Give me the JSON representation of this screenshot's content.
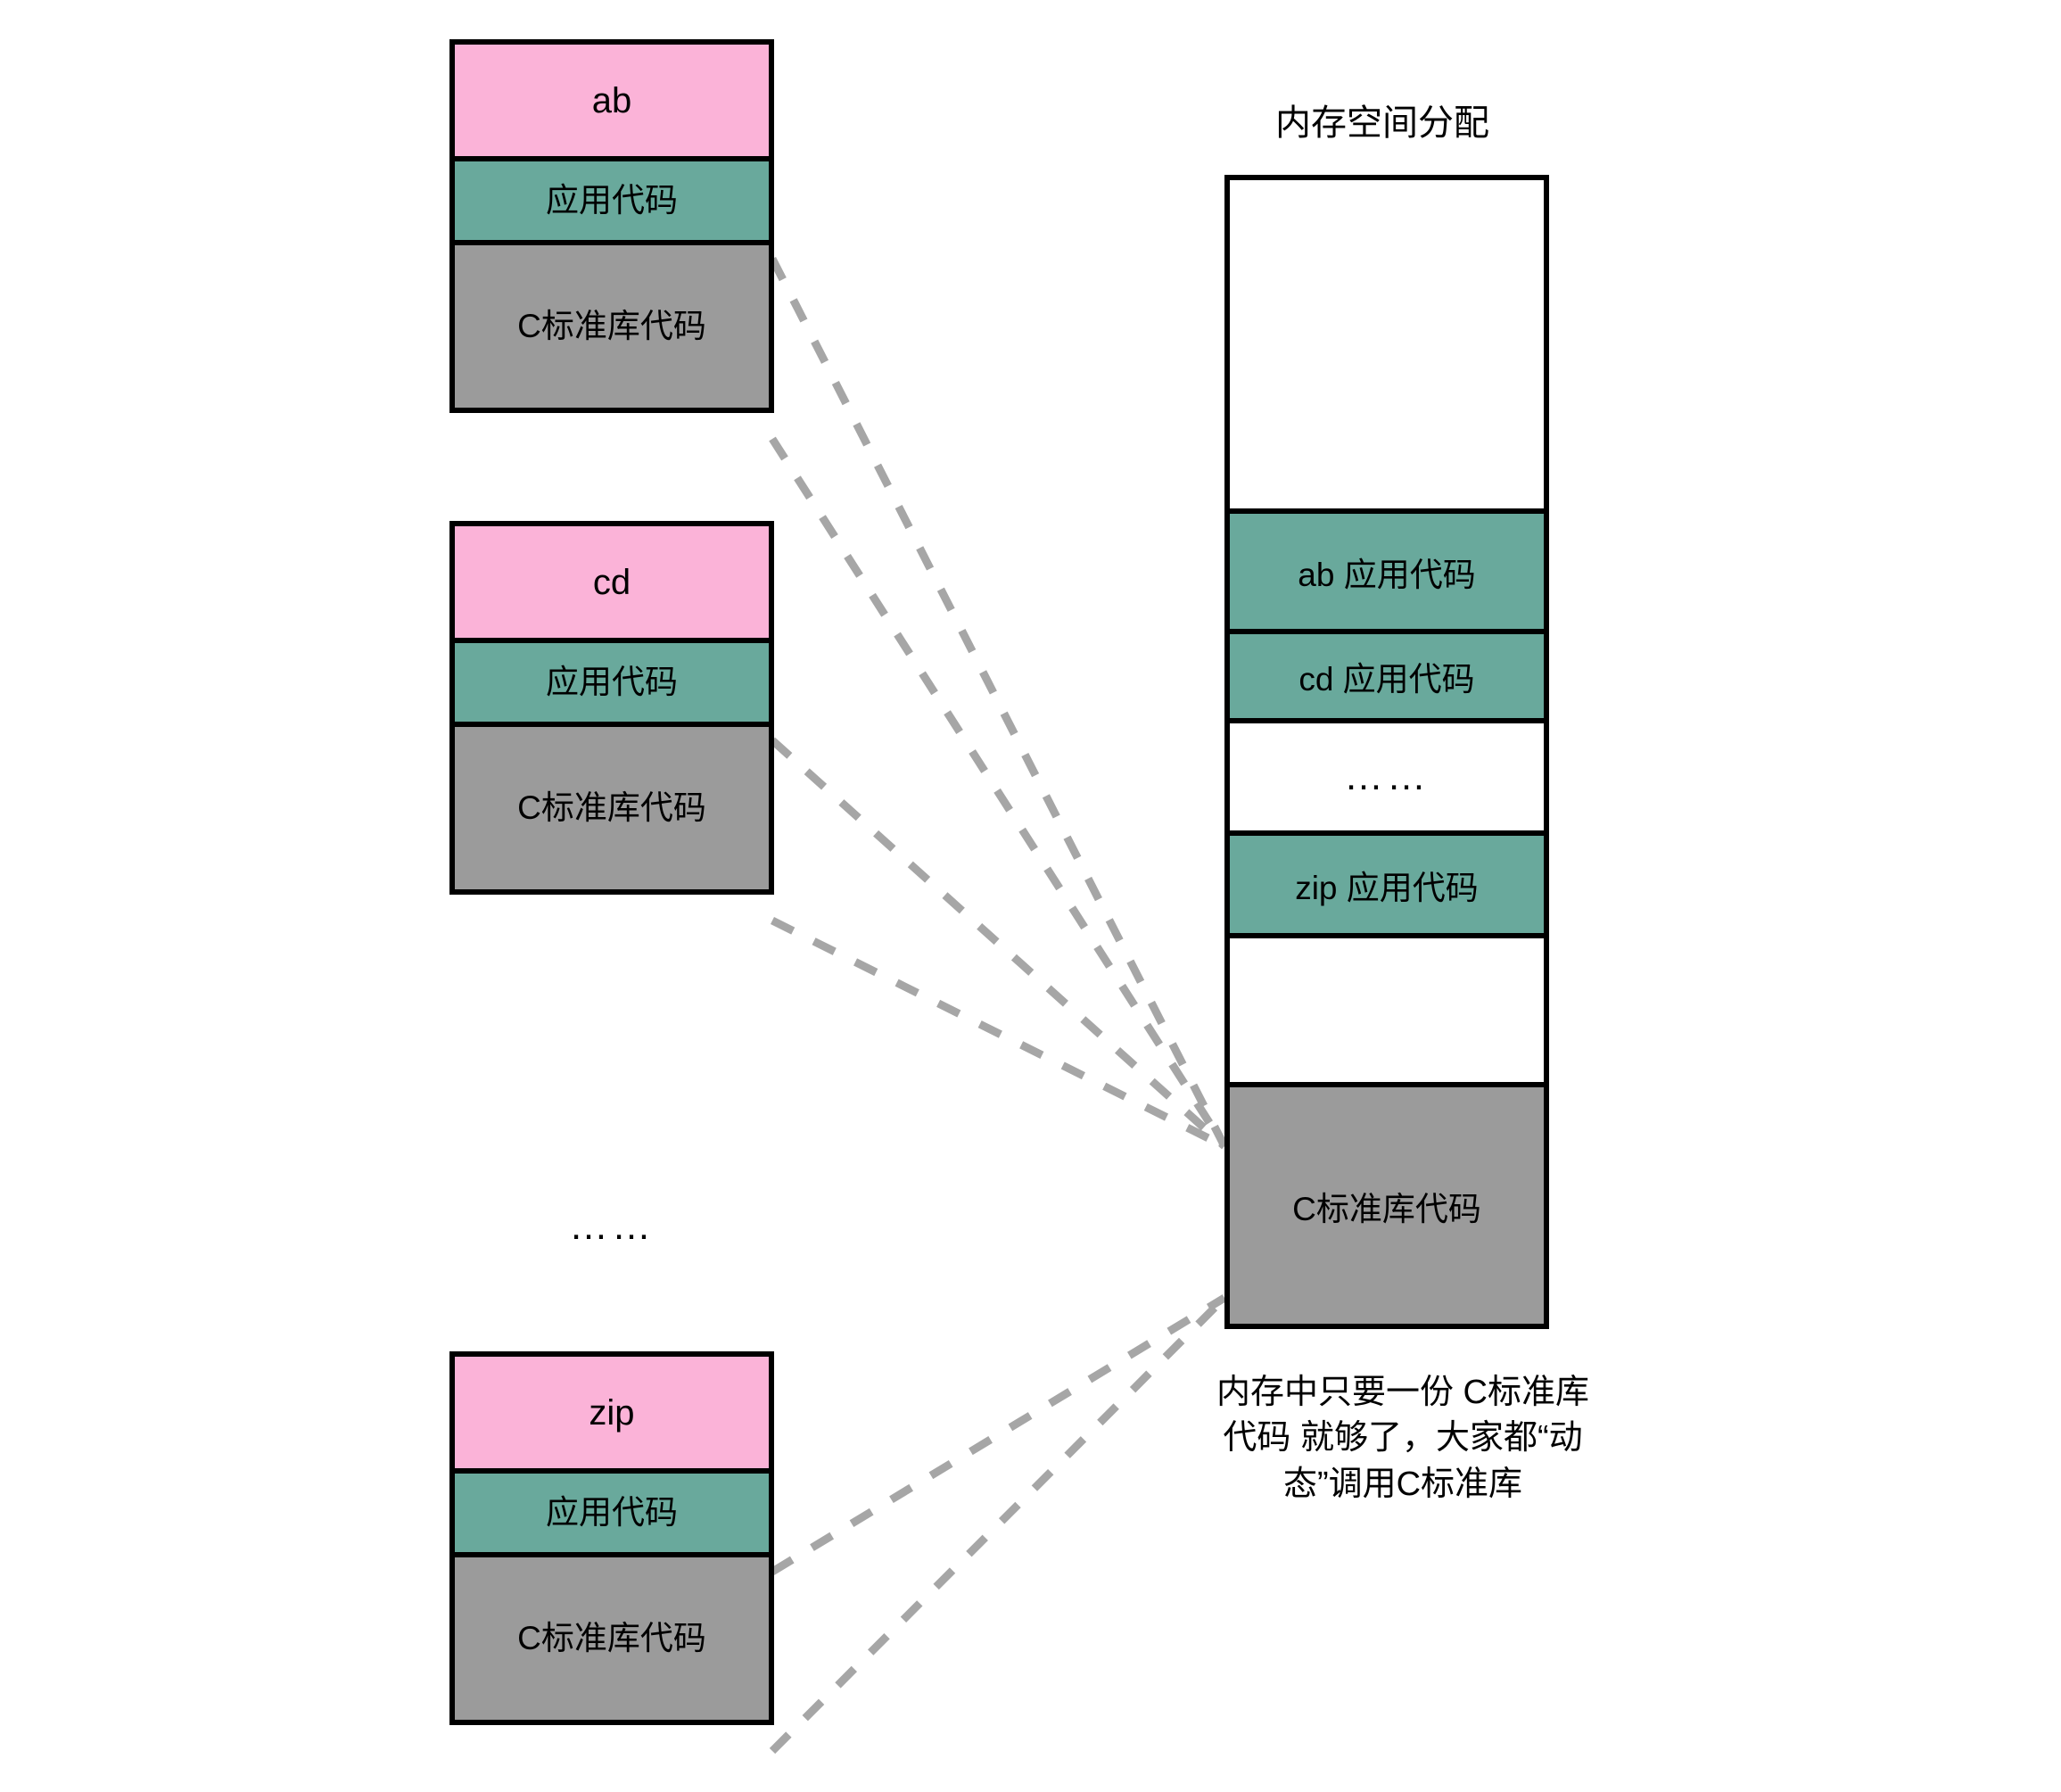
{
  "programs": [
    {
      "id": "ab",
      "name": "ab",
      "app_label": "应用代码",
      "lib_label": "C标准库代码"
    },
    {
      "id": "cd",
      "name": "cd",
      "app_label": "应用代码",
      "lib_label": "C标准库代码"
    },
    {
      "id": "zip",
      "name": "zip",
      "app_label": "应用代码",
      "lib_label": "C标准库代码"
    }
  ],
  "left_ellipsis": "……",
  "memory": {
    "title": "内存空间分配",
    "segments": [
      {
        "id": "free-top",
        "label": "",
        "kind": "free"
      },
      {
        "id": "ab-app",
        "label": "ab 应用代码",
        "kind": "app"
      },
      {
        "id": "cd-app",
        "label": "cd 应用代码",
        "kind": "app"
      },
      {
        "id": "dots",
        "label": "……",
        "kind": "dots"
      },
      {
        "id": "zip-app",
        "label": "zip 应用代码",
        "kind": "app"
      },
      {
        "id": "free-mid",
        "label": "",
        "kind": "free"
      },
      {
        "id": "c-lib",
        "label": "C标准库代码",
        "kind": "lib"
      }
    ],
    "caption": "内存中只要一份 C标准库代码 就够了，大家都“动态”调用C标准库"
  },
  "colors": {
    "program_name": "#fbb3d8",
    "app_code": "#69a99c",
    "c_library": "#9b9b9b",
    "outline": "#000000",
    "connector": "#a6a6a6",
    "background": "#ffffff"
  }
}
